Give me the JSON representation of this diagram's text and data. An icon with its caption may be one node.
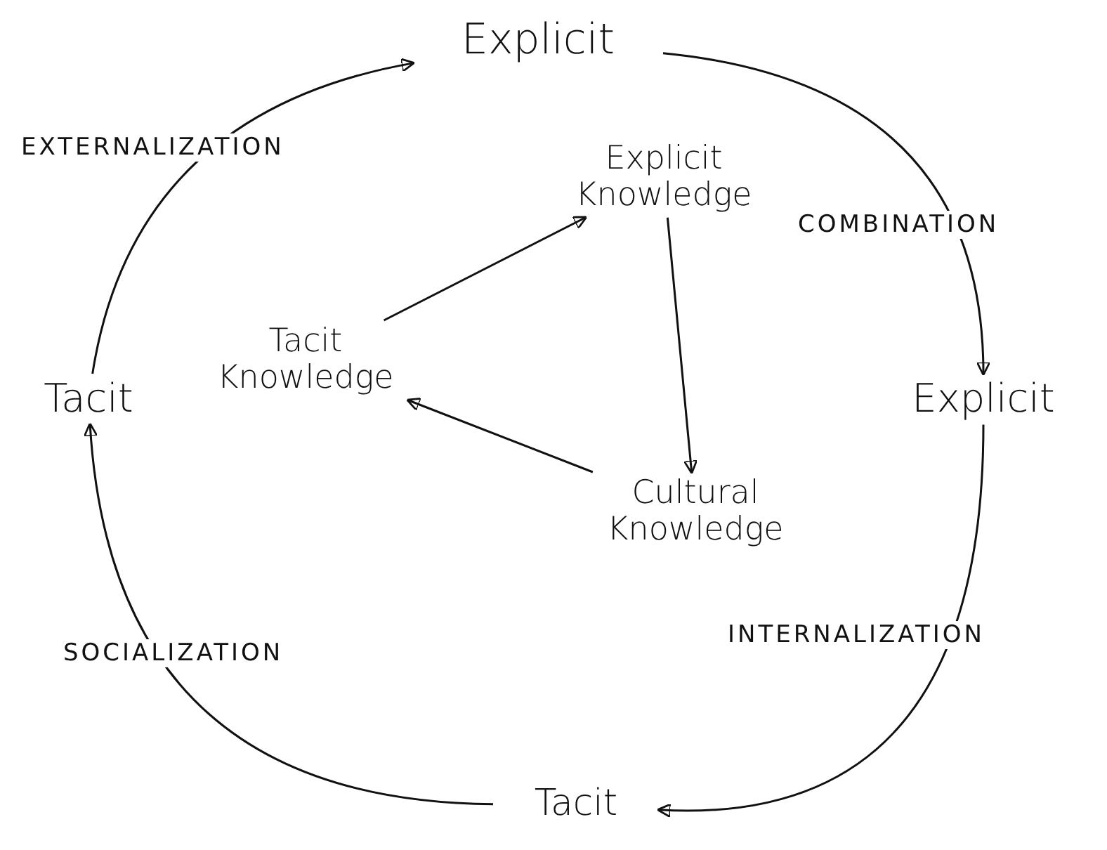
{
  "diagram": {
    "nodes": [
      {
        "text": [
          "Explicit"
        ]
      },
      {
        "text": [
          "Explicit"
        ]
      },
      {
        "text": [
          "Tacit"
        ]
      },
      {
        "text": [
          "Tacit"
        ]
      },
      {
        "text": [
          "Explicit Knowledge"
        ]
      },
      {
        "text": [
          "Tacit Knowledge"
        ]
      },
      {
        "text": [
          "Cultural Knowledge"
        ]
      }
    ],
    "edges": [
      {
        "from": 3,
        "to": 0,
        "arrow": "to",
        "label": "EXTERNALIZATION"
      },
      {
        "from": 0,
        "to": 1,
        "arrow": "to",
        "label": "COMBINATION"
      },
      {
        "from": 1,
        "to": 2,
        "arrow": "to",
        "label": "INTERNALIZATION"
      },
      {
        "from": 2,
        "to": 3,
        "arrow": "to",
        "label": "SOCIALIZATION"
      },
      {
        "from": 5,
        "to": 4,
        "arrow": "to"
      },
      {
        "from": 4,
        "to": 6,
        "arrow": "to"
      },
      {
        "from": 6,
        "to": 5,
        "arrow": "to"
      }
    ]
  }
}
